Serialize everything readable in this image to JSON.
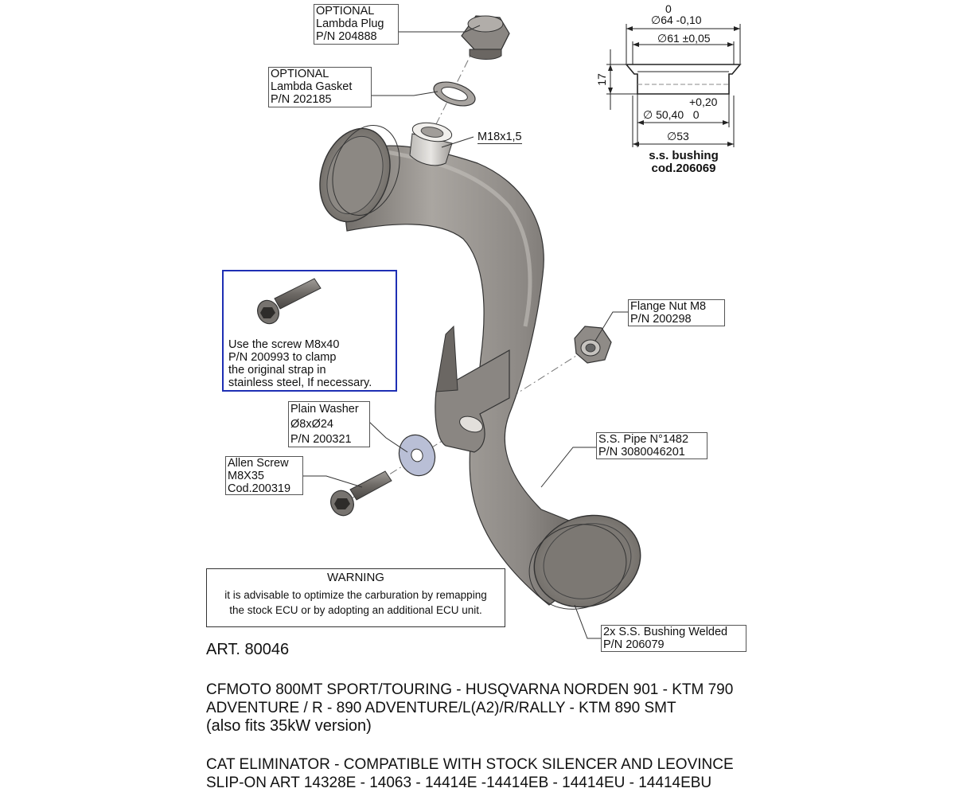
{
  "callouts": {
    "lambda_plug": [
      "OPTIONAL",
      "Lambda Plug",
      "P/N 204888"
    ],
    "lambda_gasket": [
      "OPTIONAL",
      "Lambda Gasket",
      "P/N 202185"
    ],
    "thread": "M18x1,5",
    "flange_nut": [
      "Flange Nut M8",
      "P/N 200298"
    ],
    "plain_washer": [
      "Plain Washer",
      "Ø8xØ24",
      "P/N 200321"
    ],
    "allen_screw": [
      "Allen Screw",
      "M8X35",
      "Cod.200319"
    ],
    "pipe": [
      "S.S. Pipe N°1482",
      "P/N 3080046201"
    ],
    "bushing_welded": [
      "2x S.S. Bushing Welded",
      "P/N 206079"
    ]
  },
  "note": [
    "Use the screw M8x40",
    "P/N 200993 to clamp",
    "the original strap in",
    "stainless steel, If necessary."
  ],
  "bushing_drawing": {
    "d64_tol_top": "0",
    "d64": "∅64 -0,10",
    "d61": "∅61 ±0,05",
    "height": "17",
    "tol_plus": "+0,20",
    "d50": "∅ 50,40   0",
    "d53": "∅53",
    "caption": [
      "s.s. bushing",
      "cod.206069"
    ]
  },
  "warning": {
    "title": "WARNING",
    "body": [
      "it is advisable to optimize the carburation by remapping",
      "the stock ECU or by adopting an additional ECU unit."
    ]
  },
  "article": "ART. 80046",
  "compat": [
    "CFMOTO 800MT SPORT/TOURING - HUSQVARNA NORDEN 901 - KTM 790",
    "ADVENTURE / R - 890 ADVENTURE/L(A2)/R/RALLY - KTM 890 SMT",
    "(also fits 35kW version)"
  ],
  "description": [
    "CAT ELIMINATOR - COMPATIBLE  WITH STOCK SILENCER AND LEOVINCE",
    "SLIP-ON ART 14328E - 14063 - 14414E -14414EB - 14414EU - 14414EBU"
  ],
  "colors": {
    "note_border": "#1e2fb4",
    "metal": "#9a9590",
    "metal_dark": "#5e5a56",
    "washer": "#b9bfd6"
  }
}
